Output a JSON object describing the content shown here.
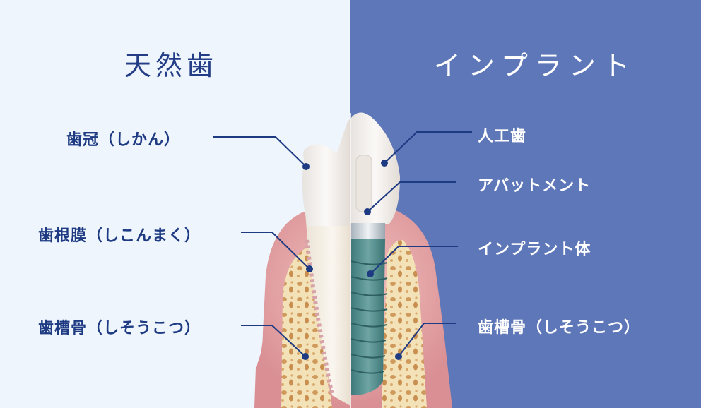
{
  "natural_tooth": {
    "title": "天然歯",
    "labels": [
      {
        "text": "歯冠（しかん）",
        "name": "crown"
      },
      {
        "text": "歯根膜（しこんまく）",
        "name": "periodontal-ligament"
      },
      {
        "text": "歯槽骨（しそうこつ）",
        "name": "alveolar-bone"
      }
    ]
  },
  "implant": {
    "title": "インプラント",
    "labels": [
      {
        "text": "人工歯",
        "name": "artificial-tooth"
      },
      {
        "text": "アバットメント",
        "name": "abutment"
      },
      {
        "text": "インプラント体",
        "name": "implant-body"
      },
      {
        "text": "歯槽骨（しそうこつ）",
        "name": "alveolar-bone"
      }
    ]
  },
  "colors": {
    "left_bg": "#eef5fd",
    "right_bg": "#5e77b8",
    "leader_line": "#1d3a82",
    "gum": "#e3a3a6",
    "bone": "#f3e2b8",
    "tooth": "#f4f0ec",
    "implant_body": "#4f8c8c"
  }
}
